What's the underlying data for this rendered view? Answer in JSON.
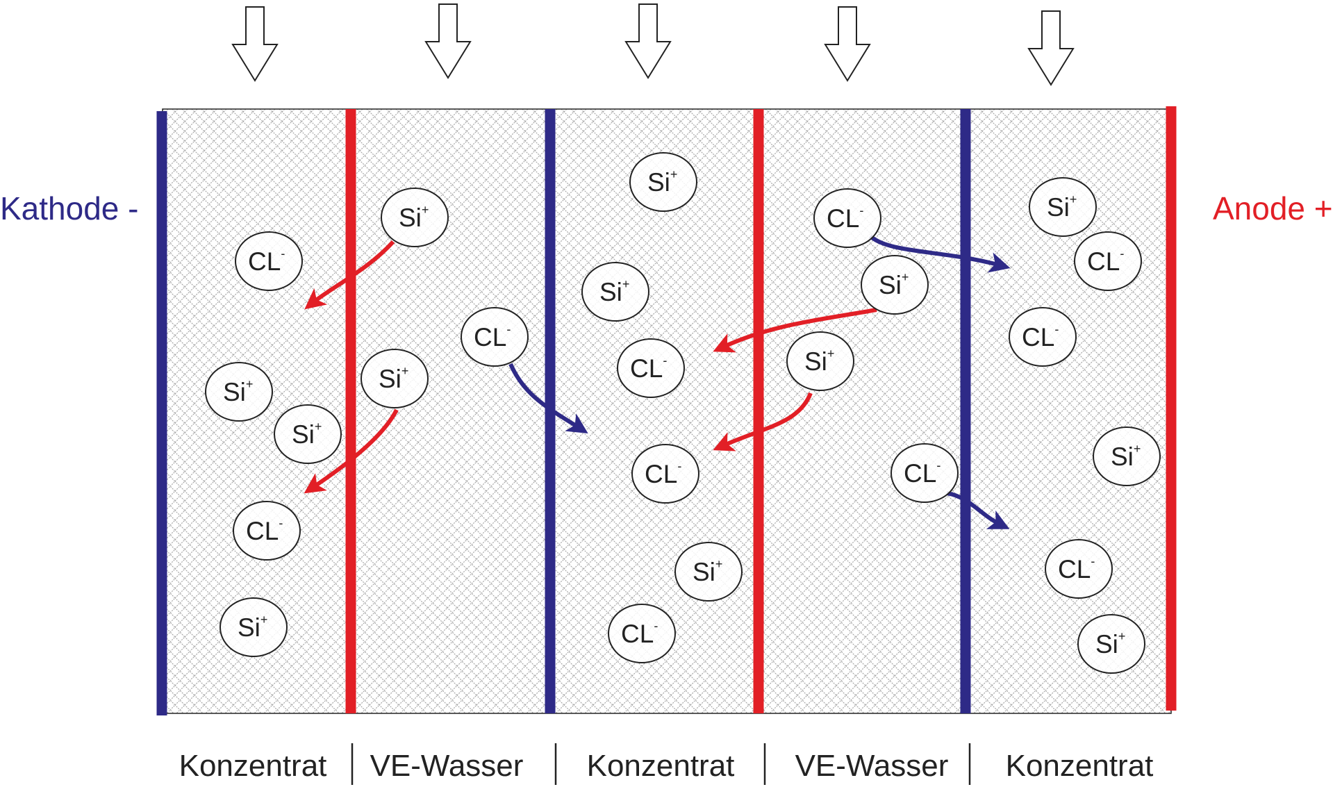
{
  "electrodes": {
    "cathode_label": "Kathode -",
    "anode_label": "Anode +",
    "cathode_color": "#2e2a87",
    "anode_color": "#e21f26"
  },
  "membranes": [
    {
      "type": "cathode-side",
      "color": "#2e2a87"
    },
    {
      "type": "anion-exchange",
      "color": "#e21f26"
    },
    {
      "type": "cation-exchange",
      "color": "#2e2a87"
    },
    {
      "type": "anion-exchange",
      "color": "#e21f26"
    },
    {
      "type": "cation-exchange",
      "color": "#2e2a87"
    },
    {
      "type": "anode-side",
      "color": "#e21f26"
    }
  ],
  "chambers": [
    {
      "label": "Konzentrat"
    },
    {
      "label": "VE-Wasser"
    },
    {
      "label": "Konzentrat"
    },
    {
      "label": "VE-Wasser"
    },
    {
      "label": "Konzentrat"
    }
  ],
  "ion_types": {
    "cation": {
      "base": "Si",
      "charge": "+"
    },
    "anion": {
      "base": "CL",
      "charge": "-"
    }
  },
  "ions": [
    {
      "chamber": 1,
      "kind": "anion"
    },
    {
      "chamber": 1,
      "kind": "cation"
    },
    {
      "chamber": 1,
      "kind": "cation"
    },
    {
      "chamber": 1,
      "kind": "anion"
    },
    {
      "chamber": 1,
      "kind": "cation"
    },
    {
      "chamber": 2,
      "kind": "cation"
    },
    {
      "chamber": 2,
      "kind": "cation"
    },
    {
      "chamber": 2,
      "kind": "anion"
    },
    {
      "chamber": 3,
      "kind": "cation"
    },
    {
      "chamber": 3,
      "kind": "cation"
    },
    {
      "chamber": 3,
      "kind": "anion"
    },
    {
      "chamber": 3,
      "kind": "anion"
    },
    {
      "chamber": 3,
      "kind": "cation"
    },
    {
      "chamber": 3,
      "kind": "anion"
    },
    {
      "chamber": 4,
      "kind": "anion"
    },
    {
      "chamber": 4,
      "kind": "cation"
    },
    {
      "chamber": 4,
      "kind": "cation"
    },
    {
      "chamber": 4,
      "kind": "anion"
    },
    {
      "chamber": 5,
      "kind": "cation"
    },
    {
      "chamber": 5,
      "kind": "anion"
    },
    {
      "chamber": 5,
      "kind": "anion"
    },
    {
      "chamber": 5,
      "kind": "cation"
    },
    {
      "chamber": 5,
      "kind": "anion"
    },
    {
      "chamber": 5,
      "kind": "cation"
    }
  ],
  "migrations": [
    {
      "kind": "cation",
      "from_chamber": 2,
      "to_chamber": 1,
      "color": "#e21f26"
    },
    {
      "kind": "cation",
      "from_chamber": 2,
      "to_chamber": 1,
      "color": "#e21f26"
    },
    {
      "kind": "anion",
      "from_chamber": 2,
      "to_chamber": 3,
      "color": "#2e2a87"
    },
    {
      "kind": "cation",
      "from_chamber": 4,
      "to_chamber": 3,
      "color": "#e21f26"
    },
    {
      "kind": "cation",
      "from_chamber": 4,
      "to_chamber": 3,
      "color": "#e21f26"
    },
    {
      "kind": "anion",
      "from_chamber": 4,
      "to_chamber": 5,
      "color": "#2e2a87"
    },
    {
      "kind": "anion",
      "from_chamber": 4,
      "to_chamber": 5,
      "color": "#2e2a87"
    }
  ],
  "inflow_arrows": 5
}
